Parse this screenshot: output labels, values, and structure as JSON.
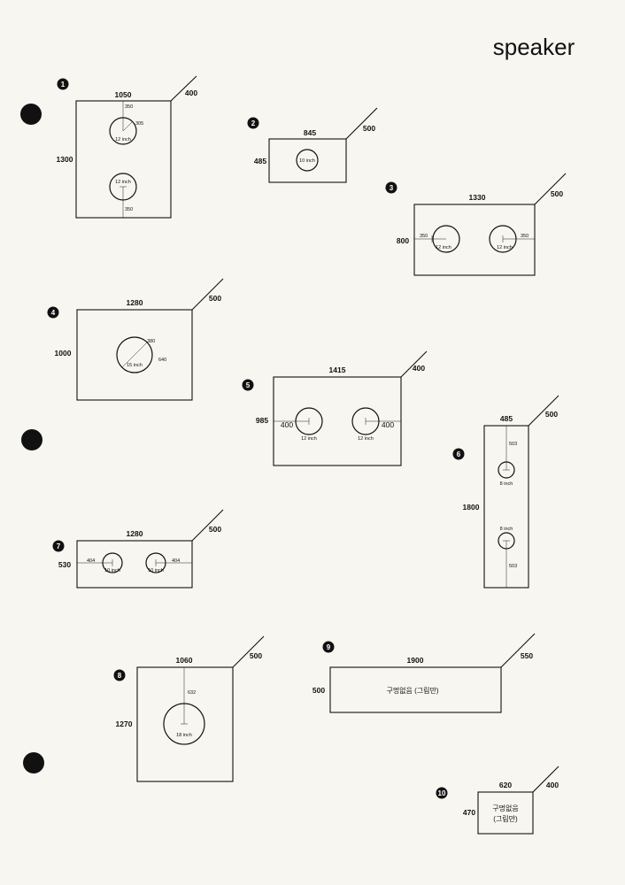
{
  "title": "speaker",
  "speakers": [
    {
      "number": "1",
      "width": "1050",
      "height": "1300",
      "depth": "400",
      "offsets": [
        "350",
        "305",
        "350"
      ],
      "drivers": [
        "12 inch",
        "12 inch"
      ]
    },
    {
      "number": "2",
      "width": "845",
      "height": "485",
      "depth": "500",
      "drivers": [
        "10 inch"
      ]
    },
    {
      "number": "3",
      "width": "1330",
      "height": "800",
      "depth": "500",
      "offsets": [
        "350",
        "350"
      ],
      "drivers": [
        "12 inch",
        "12 inch"
      ]
    },
    {
      "number": "4",
      "width": "1280",
      "height": "1000",
      "depth": "500",
      "offsets": [
        "380",
        "640"
      ],
      "drivers": [
        "15 inch"
      ]
    },
    {
      "number": "5",
      "width": "1415",
      "height": "985",
      "depth": "400",
      "offsets": [
        "400",
        "400"
      ],
      "drivers": [
        "12 inch",
        "12 inch"
      ]
    },
    {
      "number": "6",
      "width": "485",
      "height": "1800",
      "depth": "500",
      "offsets": [
        "503",
        "503"
      ],
      "drivers": [
        "8 inch",
        "8 inch"
      ]
    },
    {
      "number": "7",
      "width": "1280",
      "height": "530",
      "depth": "500",
      "offsets": [
        "404",
        "404"
      ],
      "drivers": [
        "10 inch",
        "10 inch"
      ]
    },
    {
      "number": "8",
      "width": "1060",
      "height": "1270",
      "depth": "500",
      "offsets": [
        "632"
      ],
      "drivers": [
        "18 inch"
      ]
    },
    {
      "number": "9",
      "width": "1900",
      "height": "500",
      "depth": "550",
      "note": "구멍없음 (그림만)"
    },
    {
      "number": "10",
      "width": "620",
      "height": "470",
      "depth": "400",
      "note_lines": [
        "구멍없음",
        "(그림만)"
      ]
    }
  ]
}
